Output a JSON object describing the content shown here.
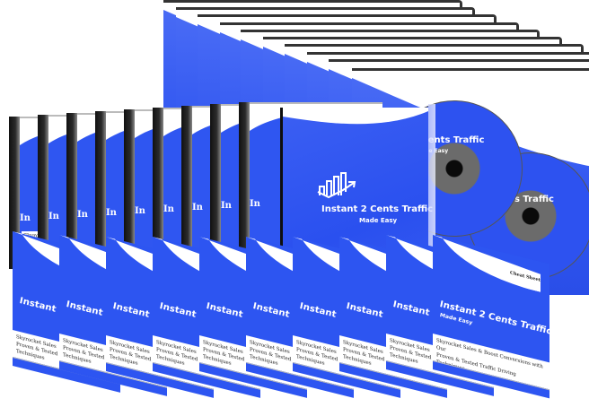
{
  "product": {
    "title": "Instant 2 Cents Traffic",
    "subtitle": "Made Easy",
    "short_title": "Instant",
    "short_title_mid": "In",
    "cheat_sheet_label": "Cheat Sheet",
    "tagline_line1": "Skyrocket Sales & Boost Conversions with Our",
    "tagline_line2": "Proven & Tested Traffic Driving Techniques",
    "tagline_short1": "Skyrocket Sales",
    "tagline_short2": "Proven & Tested Traffic Driving Techniques",
    "disc_title": "2 Cents Traffic",
    "disc_title_right": "s Traffic",
    "disc_sub": "Made Easy"
  },
  "bundle": {
    "back_row_count": 10,
    "middle_row_count": 10,
    "front_row_count": 10,
    "discs_count": 2
  },
  "colors": {
    "primary_blue": "#2d55f1",
    "white": "#ffffff",
    "spine_black": "#111111",
    "disc_hub_gray": "#6b6b6b"
  }
}
